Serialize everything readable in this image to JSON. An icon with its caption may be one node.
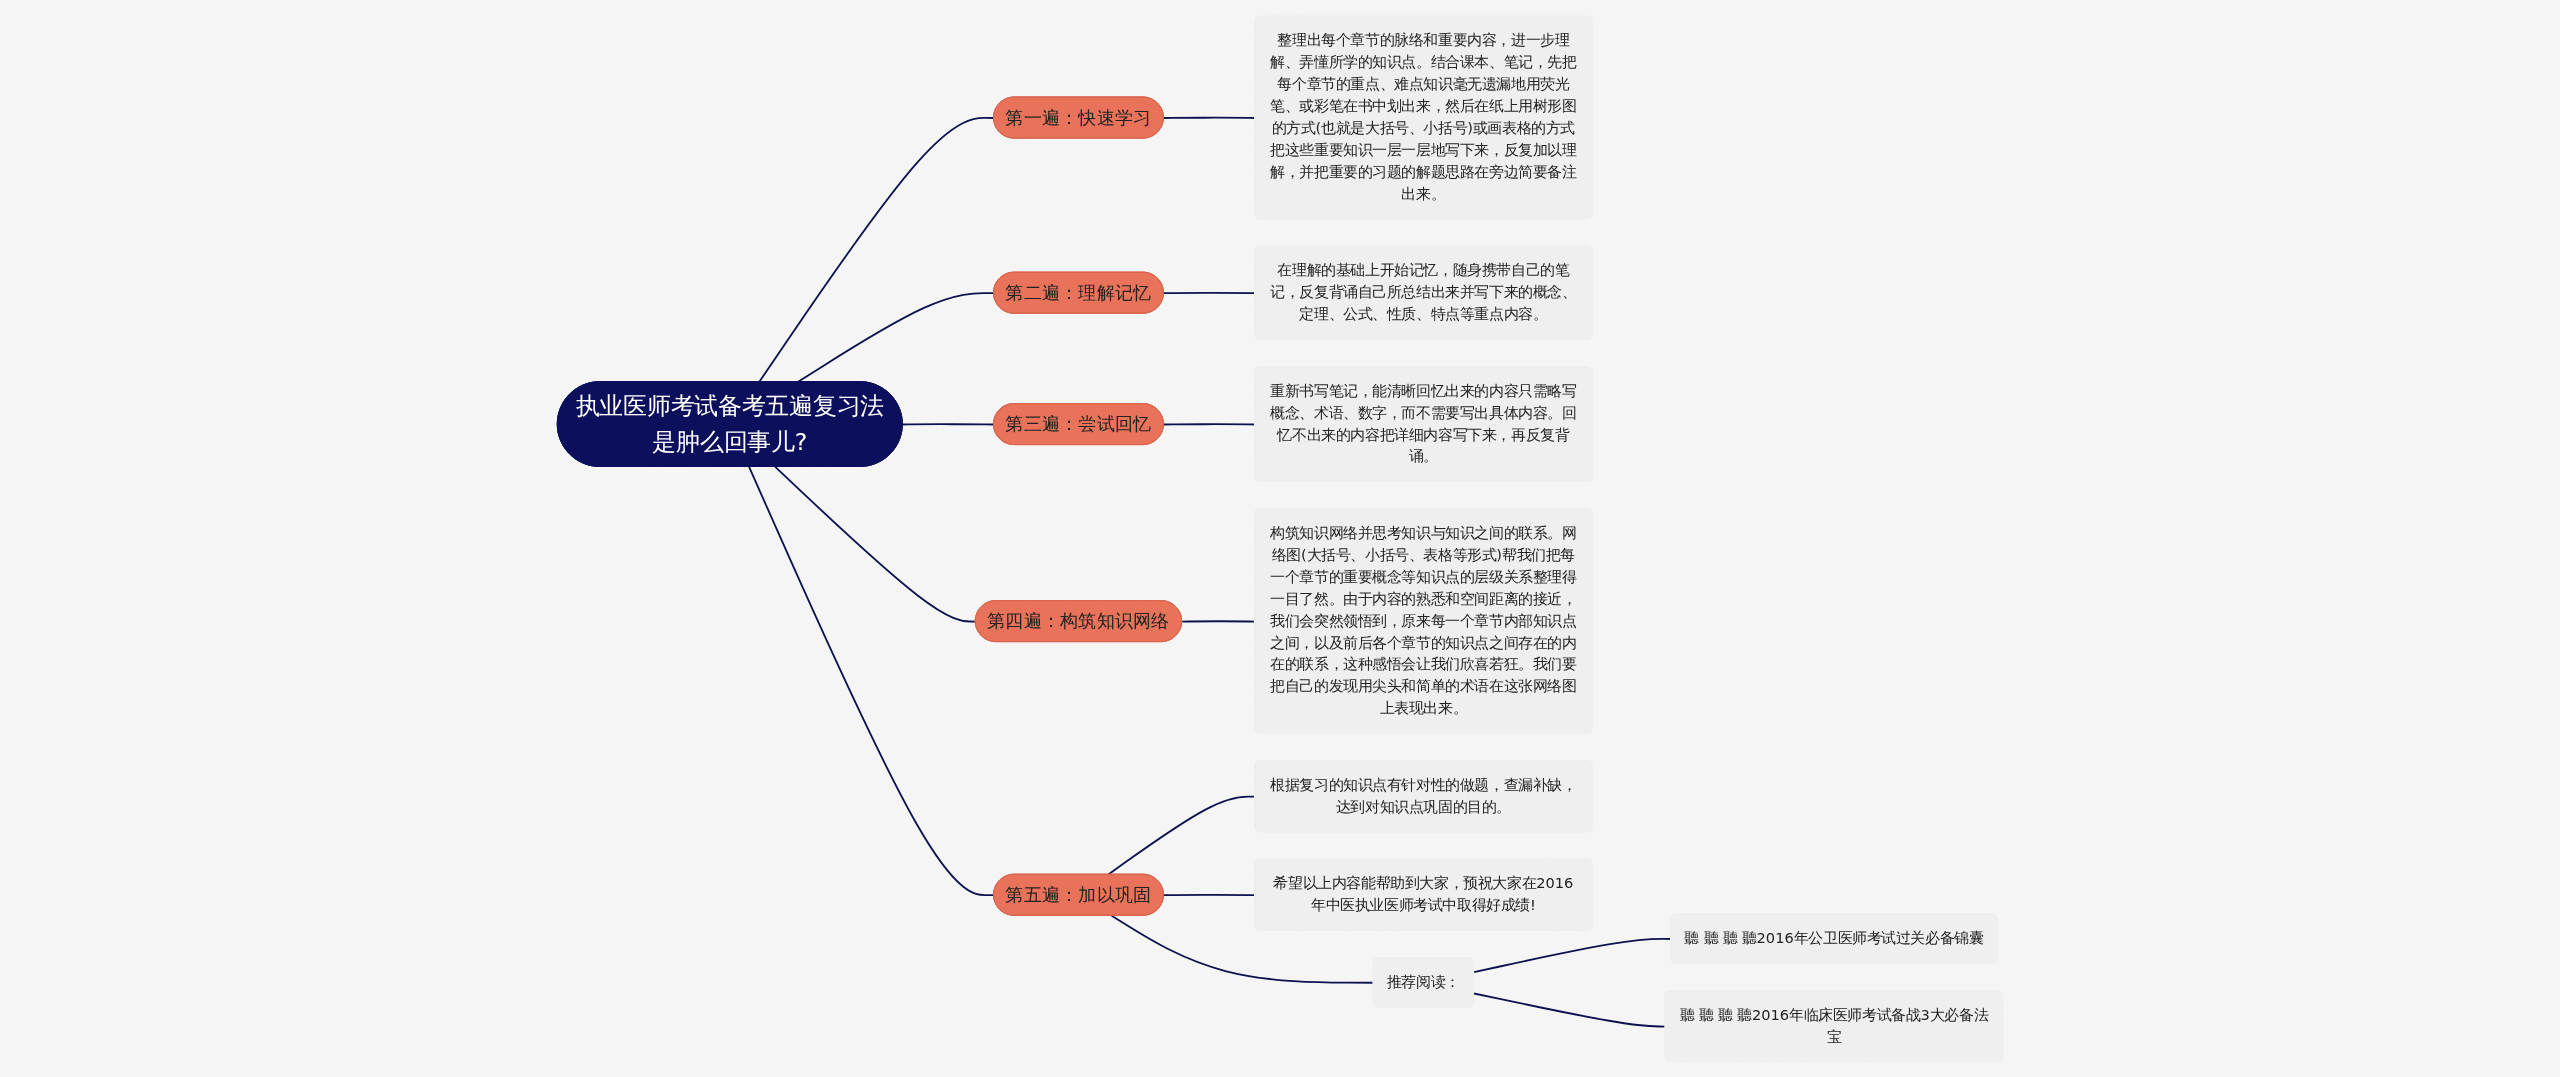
{
  "diagram": {
    "nodes": [
      {
        "text": [
          "执业医师考试备考五遍复习法是肿么回事儿?"
        ]
      },
      {
        "text": [
          "第一遍：快速学习"
        ]
      },
      {
        "text": [
          "整理出每个章节的脉络和重要内容，进一步理解、弄懂所学的知识点。结合课本、笔记，先把每个章节的重点、难点知识毫无遗漏地用荧光笔、或彩笔在书中划出来，然后在纸上用树形图的方式(也就是大括号、小括号)或画表格的方式把这些重要知识一层一层地写下来，反复加以理解，并把重要的习题的解题思路在旁边简要备注出来。"
        ]
      },
      {
        "text": [
          "第二遍：理解记忆"
        ]
      },
      {
        "text": [
          "在理解的基础上开始记忆，随身携带自己的笔记，反复背诵自己所总结出来并写下来的概念、定理、公式、性质、特点等重点内容。"
        ]
      },
      {
        "text": [
          "第三遍：尝试回忆"
        ]
      },
      {
        "text": [
          "重新书写笔记，能清晰回忆出来的内容只需略写概念、术语、数字，而不需要写出具体内容。回忆不出来的内容把详细内容写下来，再反复背诵。"
        ]
      },
      {
        "text": [
          "第四遍：构筑知识网络"
        ]
      },
      {
        "text": [
          "构筑知识网络并思考知识与知识之间的联系。网络图(大括号、小括号、表格等形式)帮我们把每一个章节的重要概念等知识点的层级关系整理得一目了然。由于内容的熟悉和空间距离的接近，我们会突然领悟到，原来每一个章节内部知识点之间，以及前后各个章节的知识点之间存在的内在的联系，这种感悟会让我们欣喜若狂。我们要把自己的发现用尖头和简单的术语在这张网络图上表现出来。"
        ]
      },
      {
        "text": [
          "第五遍：加以巩固"
        ]
      },
      {
        "text": [
          "根据复习的知识点有针对性的做题，查漏补缺，达到对知识点巩固的目的。"
        ]
      },
      {
        "text": [
          "希望以上内容能帮助到大家，预祝大家在2016年中医执业医师考试中取得好成绩!"
        ]
      },
      {
        "text": [
          "推荐阅读："
        ]
      },
      {
        "text": [
          "聽 聽 聽 聽2016年公卫医师考试过关必备锦囊"
        ]
      },
      {
        "text": [
          "聽 聽 聽 聽2016年临床医师考试备战3大必备法宝"
        ]
      }
    ],
    "edges": [
      {
        "from": 0,
        "to": 1,
        "arrow": "none"
      },
      {
        "from": 1,
        "to": 2,
        "arrow": "none"
      },
      {
        "from": 0,
        "to": 3,
        "arrow": "none"
      },
      {
        "from": 3,
        "to": 4,
        "arrow": "none"
      },
      {
        "from": 0,
        "to": 5,
        "arrow": "none"
      },
      {
        "from": 5,
        "to": 6,
        "arrow": "none"
      },
      {
        "from": 0,
        "to": 7,
        "arrow": "none"
      },
      {
        "from": 7,
        "to": 8,
        "arrow": "none"
      },
      {
        "from": 0,
        "to": 9,
        "arrow": "none"
      },
      {
        "from": 9,
        "to": 10,
        "arrow": "none"
      },
      {
        "from": 9,
        "to": 11,
        "arrow": "none"
      },
      {
        "from": 9,
        "to": 12,
        "arrow": "none"
      },
      {
        "from": 12,
        "to": 13,
        "arrow": "none"
      },
      {
        "from": 12,
        "to": 14,
        "arrow": "none"
      }
    ]
  }
}
